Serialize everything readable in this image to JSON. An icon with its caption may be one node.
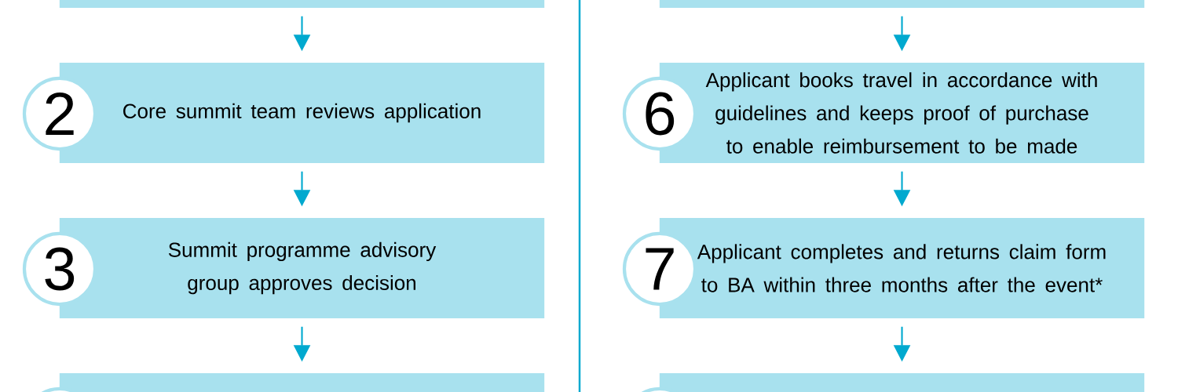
{
  "diagram": {
    "nodes": [
      {
        "text": [],
        "shape": "box"
      },
      {
        "text": [
          "2",
          "Core summit team reviews application"
        ]
      },
      {
        "text": [
          "3",
          "Summit programme advisory group approves decision"
        ]
      },
      {
        "text": [],
        "shape": "box"
      },
      {
        "text": [],
        "shape": "box"
      },
      {
        "text": [
          "6",
          "Applicant books travel in accordance with guidelines and keeps proof of purchase to enable reimbursement to be made"
        ]
      },
      {
        "text": [
          "7",
          "Applicant completes and returns claim form to BA within three months after the event*"
        ]
      },
      {
        "text": [],
        "shape": "box"
      }
    ],
    "edges": [
      {
        "from": 0,
        "to": 1,
        "arrow": "to"
      },
      {
        "from": 1,
        "to": 2,
        "arrow": "to"
      },
      {
        "from": 2,
        "to": 3,
        "arrow": "to"
      },
      {
        "from": 4,
        "to": 5,
        "arrow": "to"
      },
      {
        "from": 5,
        "to": 6,
        "arrow": "to"
      },
      {
        "from": 6,
        "to": 7,
        "arrow": "to"
      }
    ]
  }
}
